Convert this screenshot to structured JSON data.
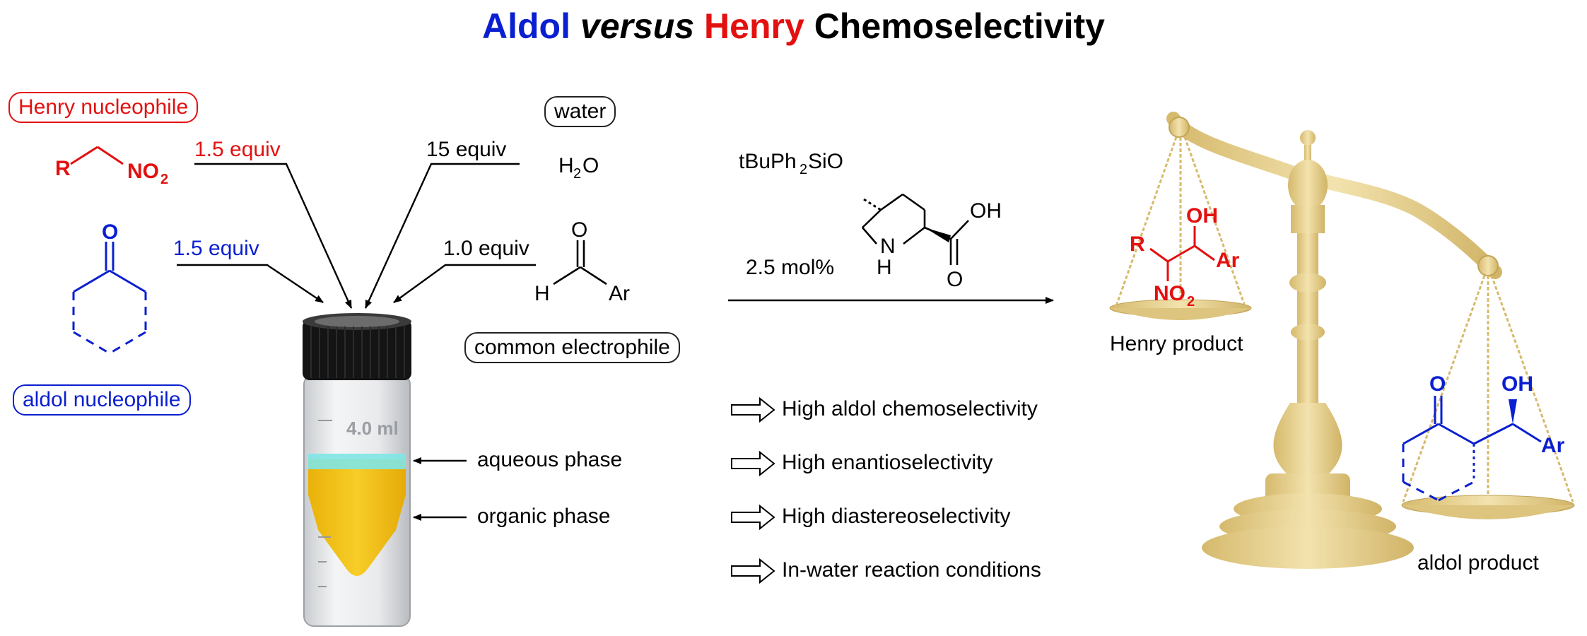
{
  "title": {
    "word1": "Aldol",
    "word2": "versus",
    "word3": "Henry",
    "word4": "Chemoselectivity"
  },
  "colors": {
    "aldol": "#0a1fd0",
    "henry": "#e31010",
    "arrow": "#000000",
    "gold": "#d9bd6a"
  },
  "reagents": {
    "henry_label": "Henry nucleophile",
    "henry_equiv": "1.5 equiv",
    "aldol_label": "aldol nucleophile",
    "aldol_equiv": "1.5 equiv",
    "water_label": "water",
    "water_equiv": "15 equiv",
    "water_formula_H": "H",
    "water_formula_2": "2",
    "water_formula_O": "O",
    "electrophile_label": "common electrophile",
    "electrophile_equiv": "1.0 equiv"
  },
  "atoms": {
    "R": "R",
    "N": "NO",
    "N_sub": "2",
    "O": "O",
    "H": "H",
    "Ar": "Ar",
    "OH": "OH",
    "NH_N": "N",
    "NH_H": "H"
  },
  "vial": {
    "volume_mark": "4.0 ml",
    "aqueous": "aqueous phase",
    "organic": "organic phase"
  },
  "catalyst": {
    "silyl_a": "tBuPh",
    "silyl_sub": "2",
    "silyl_b": "SiO",
    "loading": "2.5 mol%"
  },
  "features": [
    "High aldol chemoselectivity",
    "High enantioselectivity",
    "High diastereoselectivity",
    "In-water reaction conditions"
  ],
  "products": {
    "henry": "Henry product",
    "aldol": "aldol product"
  }
}
